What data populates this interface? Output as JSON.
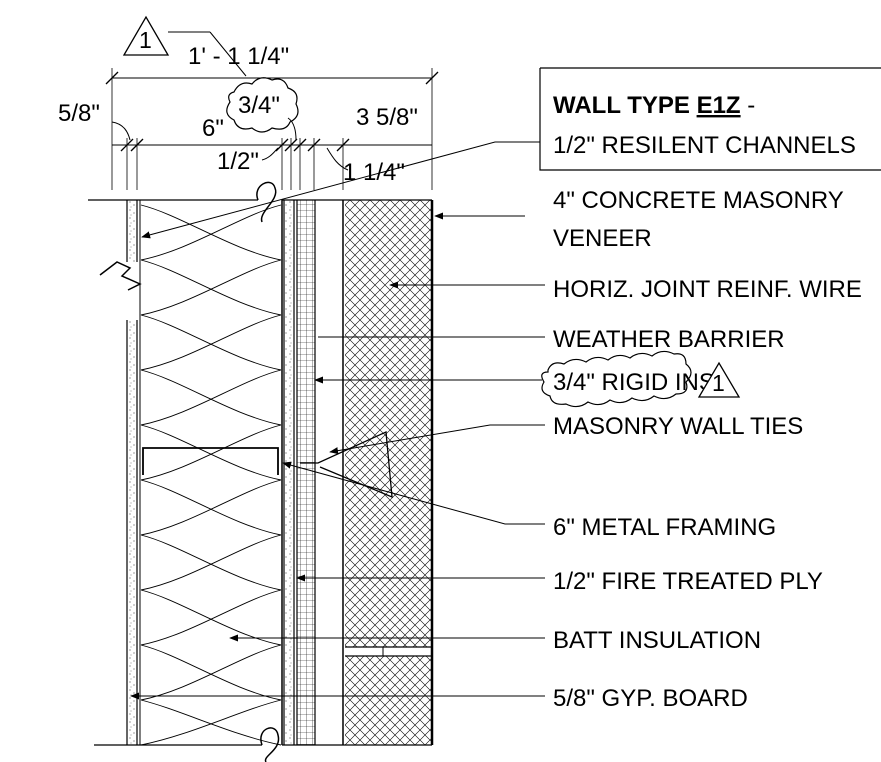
{
  "dimensions": {
    "overall": "1' - 1 1/4\"",
    "gyp": "5/8\"",
    "stud": "6\"",
    "channel_clouded": "3/4\"",
    "ply": "1/2\"",
    "air_space": "1 1/4\"",
    "veneer": "3 5/8\""
  },
  "revision": {
    "number": "1"
  },
  "wall_type": {
    "prefix": "WALL TYPE ",
    "code": "E1Z",
    "suffix": " -",
    "subtitle": "1/2\" RESILENT CHANNELS"
  },
  "callouts": {
    "veneer_1": "4\" CONCRETE MASONRY",
    "veneer_2": "VENEER",
    "joint_wire": "HORIZ. JOINT REINF. WIRE",
    "weather_barrier": "WEATHER BARRIER",
    "rigid_ins": "3/4\" RIGID INS.",
    "wall_ties": "MASONRY WALL TIES",
    "metal_framing": "6\" METAL FRAMING",
    "fire_ply": "1/2\" FIRE TREATED PLY",
    "batt": "BATT INSULATION",
    "gyp_board": "5/8\" GYP. BOARD"
  }
}
